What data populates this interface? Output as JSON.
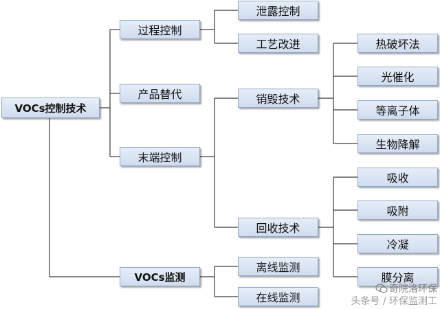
{
  "nodes": {
    "root": "VOCs控制技术",
    "process": "过程控制",
    "leak": "泄露控制",
    "craft": "工艺改进",
    "product": "产品替代",
    "end": "末端控制",
    "destroy": "销毁技术",
    "thermal": "热破坏法",
    "photo": "光催化",
    "plasma": "等离子体",
    "bio": "生物降解",
    "recover": "回收技术",
    "absorb": "吸收",
    "adsorb": "吸附",
    "condense": "冷凝",
    "membrane": "膜分离",
    "monitor": "VOCs监测",
    "offline": "离线监测",
    "online": "在线监测"
  },
  "watermark": {
    "line1": "奇院洛环保",
    "line2": "头条号 / 环保监测工"
  },
  "colors": {
    "node_fill_top": "#e6eef8",
    "node_fill_bottom": "#cfdcee",
    "node_border": "#8fa8c8",
    "connector": "#3a3a3a"
  }
}
